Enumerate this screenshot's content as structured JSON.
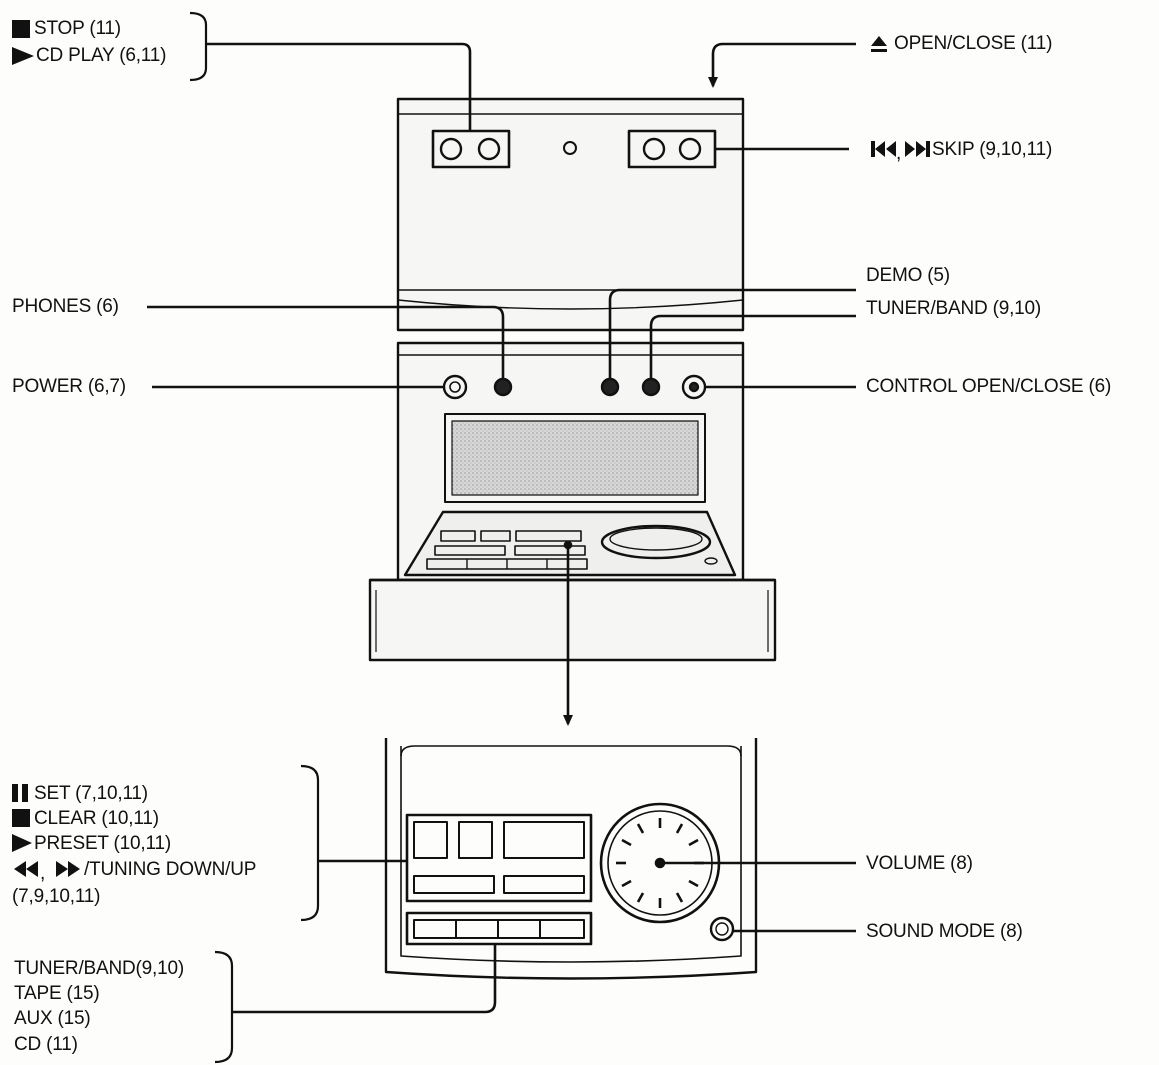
{
  "title": "",
  "callouts": {
    "stop": "STOP (11)",
    "cd_play": "CD PLAY (6,11)",
    "open_close": "OPEN/CLOSE (11)",
    "skip": "SKIP (9,10,11)",
    "demo": "DEMO (5)",
    "phones": "PHONES (6)",
    "tuner_band_top": "TUNER/BAND (9,10)",
    "power": "POWER (6,7)",
    "control_open_close": "CONTROL OPEN/CLOSE (6)",
    "set": "SET (7,10,11)",
    "clear": "CLEAR (10,11)",
    "preset": "PRESET (10,11)",
    "tuning": "/TUNING DOWN/UP",
    "tuning_pages": "(7,9,10,11)",
    "volume": "VOLUME (8)",
    "sound_mode": "SOUND MODE (8)",
    "tuner_band_bottom": "TUNER/BAND(9,10)",
    "tape": "TAPE (15)",
    "aux": "AUX  (15)",
    "cd": "CD (11)"
  },
  "icons": {
    "stop": "stop-square-icon",
    "play": "play-triangle-icon",
    "eject": "eject-icon",
    "skip_back": "skip-back-icon",
    "skip_forward": "skip-forward-icon",
    "pause": "pause-icon",
    "rewind": "rewind-icon",
    "fast_forward": "fast-forward-icon"
  },
  "colors": {
    "ink": "#111111",
    "paper": "#fdfdfb",
    "display": "#cfcfcf"
  }
}
